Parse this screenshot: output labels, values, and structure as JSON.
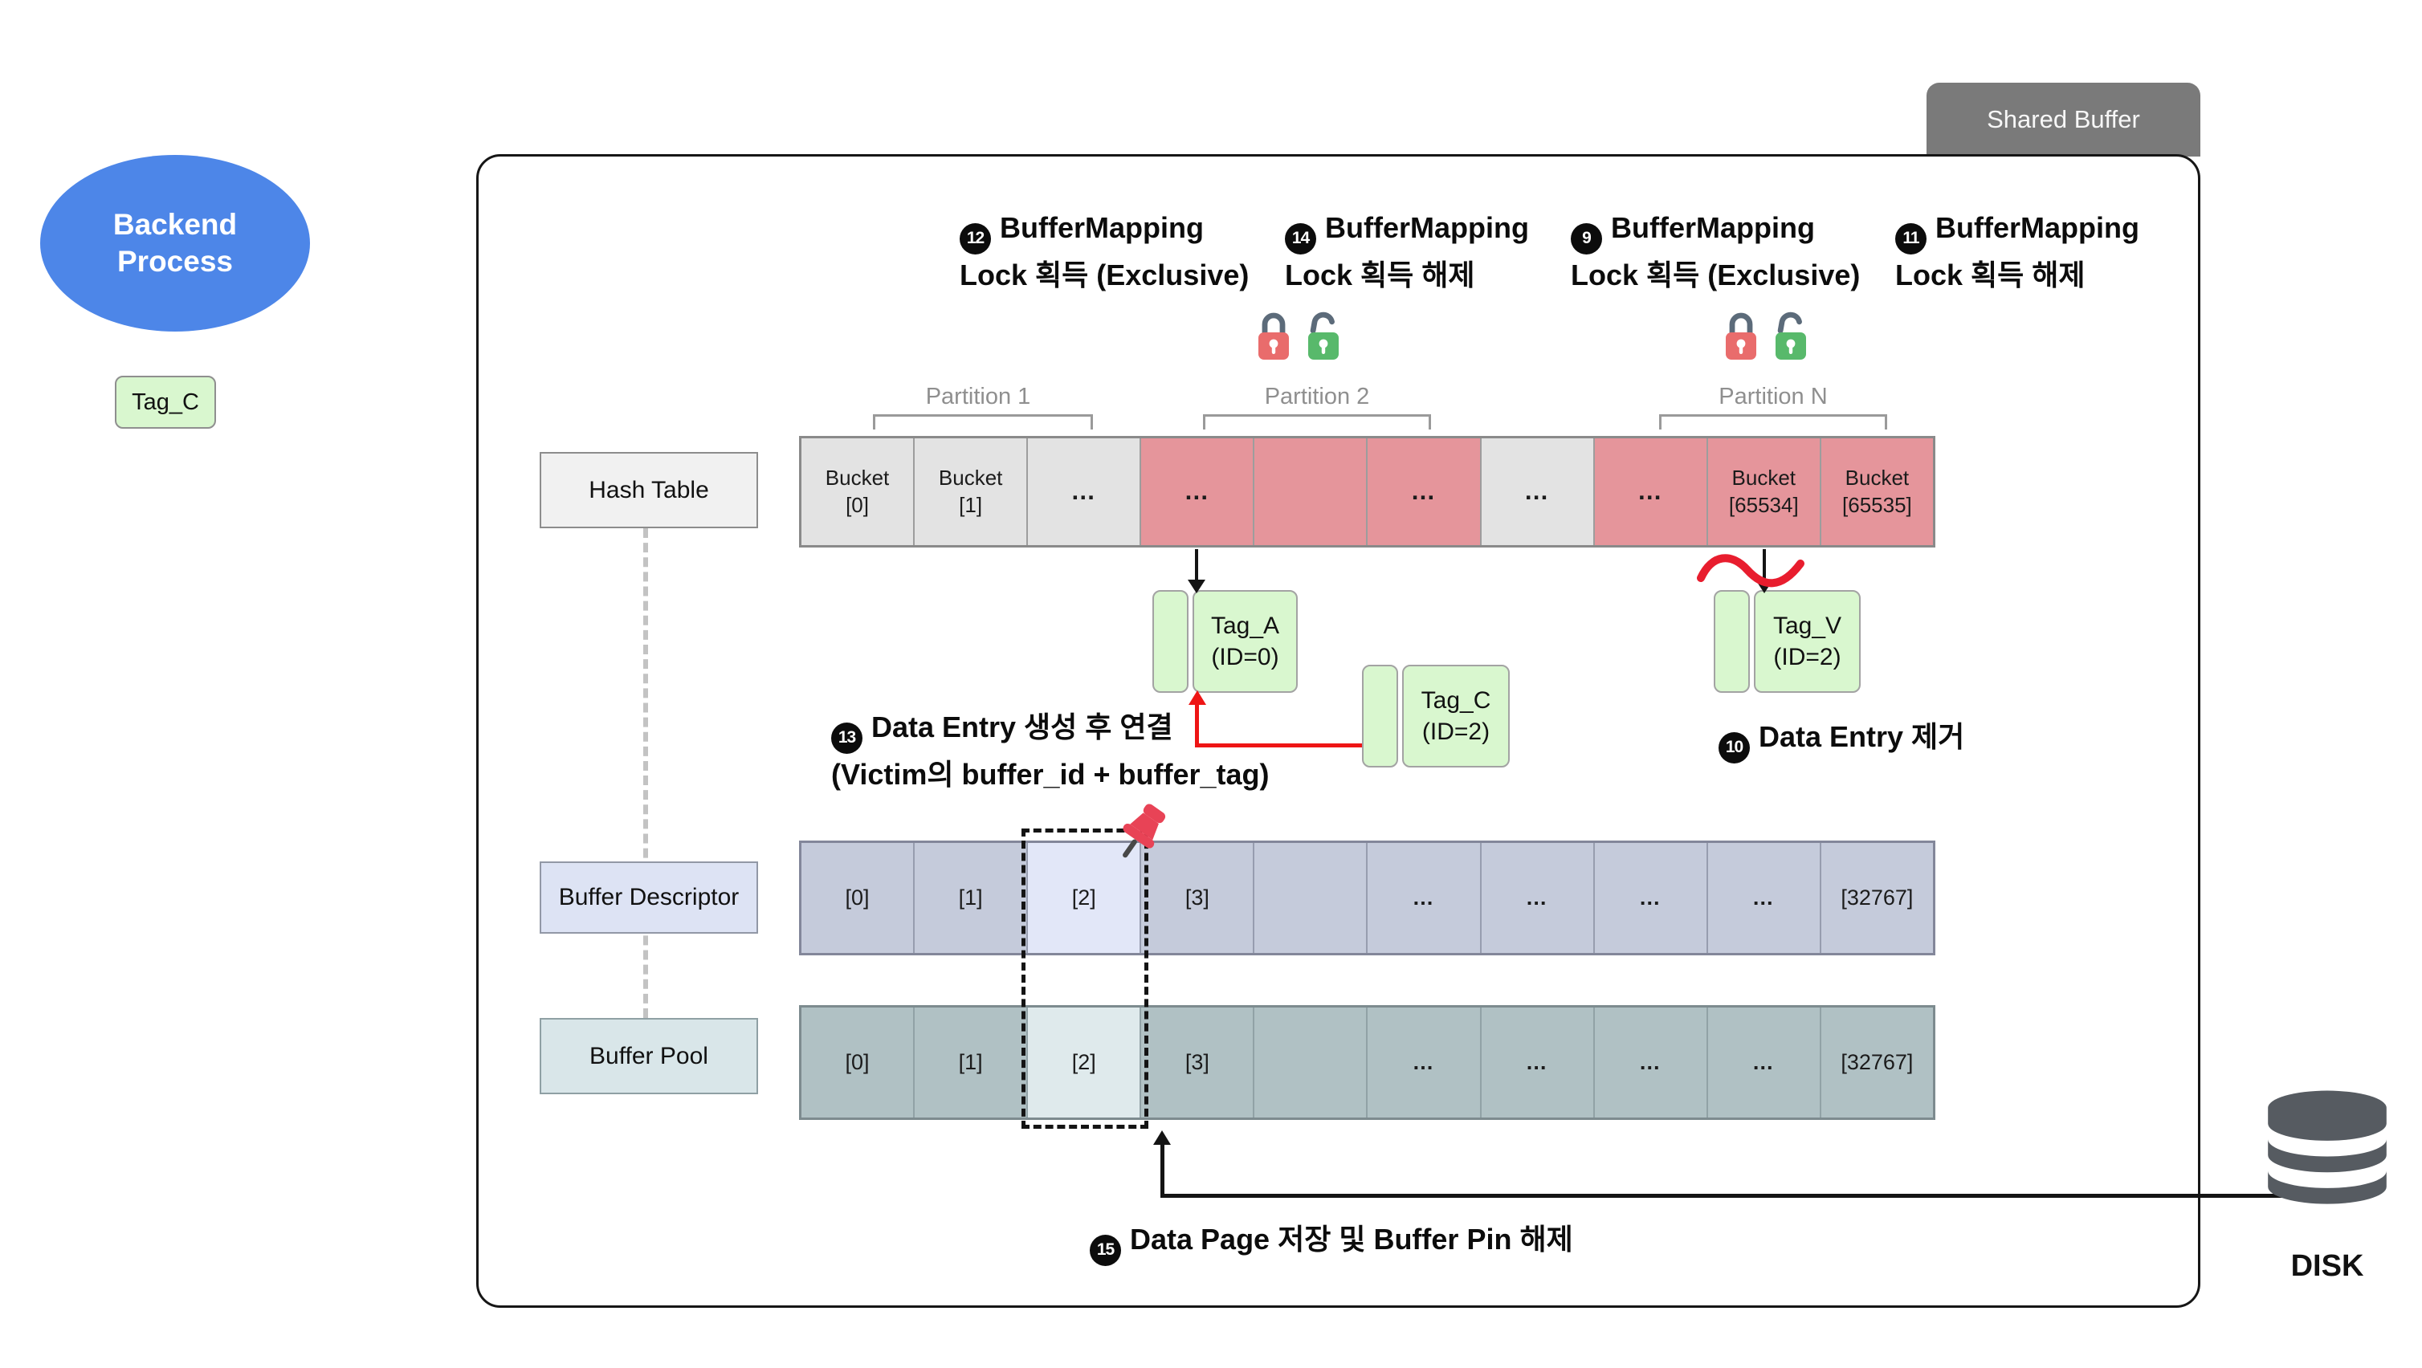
{
  "title_tab": {
    "label": "Shared Buffer"
  },
  "backend_process": {
    "label": "Backend Process"
  },
  "side_tag": {
    "label": "Tag_C"
  },
  "lock_steps": [
    {
      "num": "12",
      "line1": "BufferMapping",
      "line2": "Lock 획득 (Exclusive)"
    },
    {
      "num": "14",
      "line1": "BufferMapping",
      "line2": "Lock 획득 해제"
    },
    {
      "num": "9",
      "line1": "BufferMapping",
      "line2": "Lock 획득 (Exclusive)"
    },
    {
      "num": "11",
      "line1": "BufferMapping",
      "line2": "Lock 획득 해제"
    }
  ],
  "partitions": [
    {
      "label": "Partition 1"
    },
    {
      "label": "Partition 2"
    },
    {
      "label": "Partition N"
    }
  ],
  "hash_table": {
    "label": "Hash Table",
    "cells": [
      "Bucket\n[0]",
      "Bucket\n[1]",
      "…",
      "…",
      "",
      "…",
      "…",
      "…",
      "Bucket\n[65534]",
      "Bucket\n[65535]"
    ]
  },
  "data_entries": {
    "tag_a": "Tag_A\n(ID=0)",
    "tag_c": "Tag_C\n(ID=2)",
    "tag_v": "Tag_V\n(ID=2)"
  },
  "step_13": {
    "num": "13",
    "line1": "Data Entry 생성 후 연결",
    "line2": "(Victim의 buffer_id + buffer_tag)"
  },
  "step_10": {
    "num": "10",
    "text": "Data Entry 제거"
  },
  "step_15": {
    "num": "15",
    "text": "Data Page 저장 및 Buffer Pin 해제"
  },
  "buffer_descriptor": {
    "label": "Buffer Descriptor",
    "cells": [
      "[0]",
      "[1]",
      "[2]",
      "[3]",
      "",
      "…",
      "…",
      "…",
      "…",
      "[32767]"
    ]
  },
  "buffer_pool": {
    "label": "Buffer Pool",
    "cells": [
      "[0]",
      "[1]",
      "[2]",
      "[3]",
      "",
      "…",
      "…",
      "…",
      "…",
      "[32767]"
    ]
  },
  "disk": {
    "label": "DISK"
  },
  "colors": {
    "backend_blue": "#4d86e8",
    "tag_green": "#d9f7cf",
    "bucket_red": "#e5959b",
    "bucket_gray": "#e3e3e3",
    "descriptor_cell": "#c5cbdb",
    "descriptor_highlight": "#e2e7f8",
    "pool_cell": "#b0c1c4",
    "pool_highlight": "#dfeaec",
    "tab_gray": "#7a7a7a",
    "lock_red": "#e96c6c",
    "lock_green": "#58b96b",
    "arrow_red": "#ee1515",
    "disk_gray": "#565b61",
    "pin_red": "#e84356"
  }
}
